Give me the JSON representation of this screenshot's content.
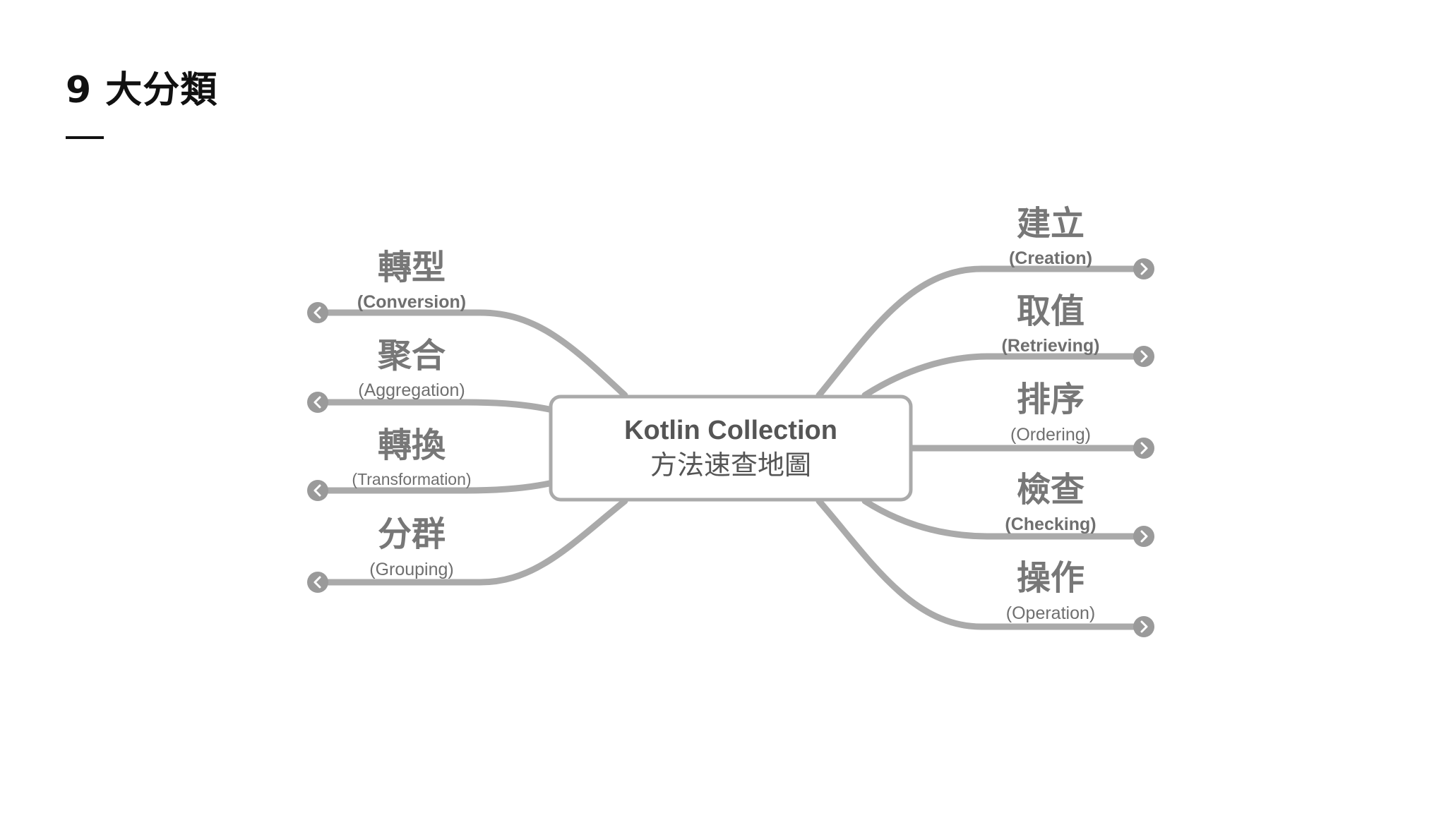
{
  "page": {
    "title": "9 大分類"
  },
  "center": {
    "line1": "Kotlin Collection",
    "line2": "方法速查地圖"
  },
  "left_branches": [
    {
      "zh": "轉型",
      "en": "(Conversion)"
    },
    {
      "zh": "聚合",
      "en": "(Aggregation)"
    },
    {
      "zh": "轉換",
      "en": "(Transformation)"
    },
    {
      "zh": "分群",
      "en": "(Grouping)"
    }
  ],
  "right_branches": [
    {
      "zh": "建立",
      "en": "(Creation)"
    },
    {
      "zh": "取值",
      "en": "(Retrieving)"
    },
    {
      "zh": "排序",
      "en": "(Ordering)"
    },
    {
      "zh": "檢查",
      "en": "(Checking)"
    },
    {
      "zh": "操作",
      "en": "(Operation)"
    }
  ],
  "colors": {
    "line": "#aaaaaa",
    "text": "#777777",
    "title": "#111111"
  }
}
